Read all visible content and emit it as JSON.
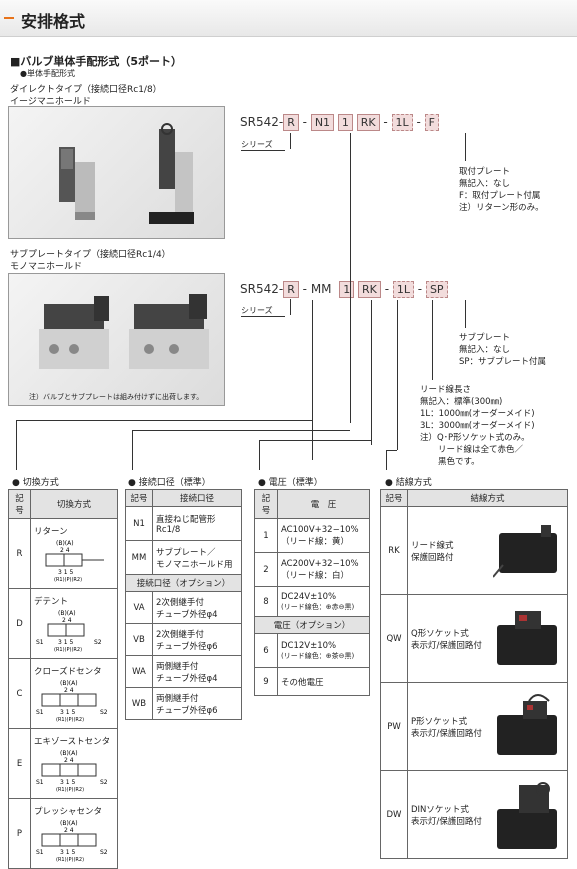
{
  "header": {
    "title": "安排格式"
  },
  "section": {
    "title": "■バルブ単体手配形式（5ポート）",
    "sub": "●単体手配形式"
  },
  "direct": {
    "line1": "ダイレクトタイプ（接続口径Rc1/8）",
    "line2": "イージマニホールド"
  },
  "subplate": {
    "line1": "サブプレートタイプ（接続口径Rc1/4）",
    "line2": "モノマニホールド",
    "photo_note": "注）バルブとサブプレートは組み付けずに出荷します。"
  },
  "code1": {
    "prefix": "SR542-",
    "r": "R",
    "n1": "N1",
    "one": "1",
    "rk": "RK",
    "l": "1L",
    "f": "F",
    "series": "シリーズ"
  },
  "code2": {
    "prefix": "SR542-",
    "r": "R",
    "mm": "MM",
    "one": "1",
    "rk": "RK",
    "l": "1L",
    "sp": "SP",
    "series": "シリーズ"
  },
  "plate_note": {
    "l1": "取付プレート",
    "l2": "無記入：なし",
    "l3": "F：取付プレート付属",
    "l4": "注）リターン形のみ。"
  },
  "sub_note": {
    "l1": "サブプレート",
    "l2": "無記入：なし",
    "l3": "SP：サブプレート付属"
  },
  "lead_note": {
    "l1": "リード線長さ",
    "l2": "無記入：標準(300㎜)",
    "l3": "1L：1000㎜(オーダーメイド)",
    "l4": "3L：3000㎜(オーダーメイド)",
    "l5": "注）Q･P形ソケット式のみ。",
    "l6": "リード線は全て赤色／",
    "l7": "黒色です。"
  },
  "switch": {
    "title": "切換方式",
    "h_code": "記号",
    "h_name": "切換方式",
    "rows": [
      {
        "code": "R",
        "name": "リターン"
      },
      {
        "code": "D",
        "name": "デテント"
      },
      {
        "code": "C",
        "name": "クローズドセンタ"
      },
      {
        "code": "E",
        "name": "エキゾーストセンタ"
      },
      {
        "code": "P",
        "name": "プレッシャセンタ"
      }
    ],
    "sym": {
      "ba": "(B)(A)",
      "n24": "2 4",
      "n315": "3 1 5",
      "rpr": "(R1)(P)(R2)",
      "s1": "S1",
      "s2": "S2"
    }
  },
  "port": {
    "title": "接続口径（標準）",
    "h_code": "記号",
    "h_name": "接続口径",
    "rows": [
      {
        "code": "N1",
        "l1": "直接ねじ配管形",
        "l2": "Rc1/8"
      },
      {
        "code": "MM",
        "l1": "サブプレート／",
        "l2": "モノマニホールド用"
      }
    ],
    "opt_title": "接続口径（オプション）",
    "opt": [
      {
        "code": "VA",
        "l1": "2次側継手付",
        "l2": "チューブ外径φ4"
      },
      {
        "code": "VB",
        "l1": "2次側継手付",
        "l2": "チューブ外径φ6"
      },
      {
        "code": "WA",
        "l1": "両側継手付",
        "l2": "チューブ外径φ4"
      },
      {
        "code": "WB",
        "l1": "両側継手付",
        "l2": "チューブ外径φ6"
      }
    ]
  },
  "voltage": {
    "title": "電圧（標準）",
    "h_code": "記号",
    "h_name": "電　圧",
    "rows": [
      {
        "code": "1",
        "l1": "AC100V+32−10%",
        "l2": "（リード線：黄）"
      },
      {
        "code": "2",
        "l1": "AC200V+32−10%",
        "l2": "（リード線：白）"
      },
      {
        "code": "8",
        "l1": "DC24V±10%",
        "l2": "(リード線色：⊕赤⊖黒)"
      }
    ],
    "opt_title": "電圧（オプション）",
    "opt": [
      {
        "code": "6",
        "l1": "DC12V±10%",
        "l2": "(リード線色：⊕茶⊖黒)"
      },
      {
        "code": "9",
        "l1": "その他電圧",
        "l2": ""
      }
    ]
  },
  "wiring": {
    "title": "結線方式",
    "h_code": "記号",
    "h_name": "結線方式",
    "rows": [
      {
        "code": "RK",
        "l1": "リード線式",
        "l2": "保護回路付"
      },
      {
        "code": "QW",
        "l1": "Q形ソケット式",
        "l2": "表示灯/保護回路付"
      },
      {
        "code": "PW",
        "l1": "P形ソケット式",
        "l2": "表示灯/保護回路付"
      },
      {
        "code": "DW",
        "l1": "DINソケット式",
        "l2": "表示灯/保護回路付"
      }
    ]
  }
}
